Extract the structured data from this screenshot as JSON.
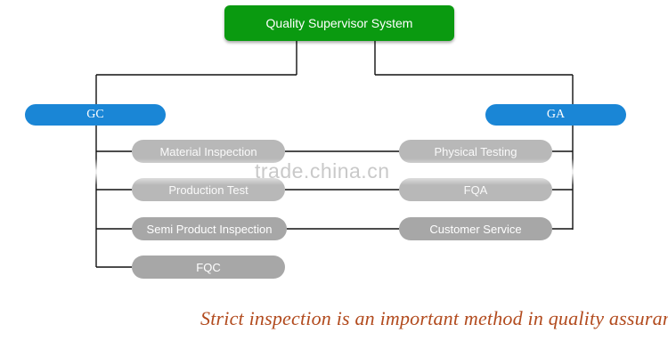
{
  "root": {
    "label": "Quality Supervisor System"
  },
  "groups": {
    "gc": {
      "label": "GC",
      "items": [
        "Material Inspection",
        "Production Test",
        "Semi Product Inspection",
        "FQC"
      ]
    },
    "ga": {
      "label": "GA",
      "items": [
        "Physical Testing",
        "FQA",
        "Customer Service"
      ]
    }
  },
  "watermark": "trade.china.cn",
  "slogan": "Strict inspection is an important method in quality assurance.",
  "colors": {
    "root": "#0a9a10",
    "group": "#1a86d6",
    "item": "#a7a7a7",
    "slogan": "#b24b1e"
  }
}
